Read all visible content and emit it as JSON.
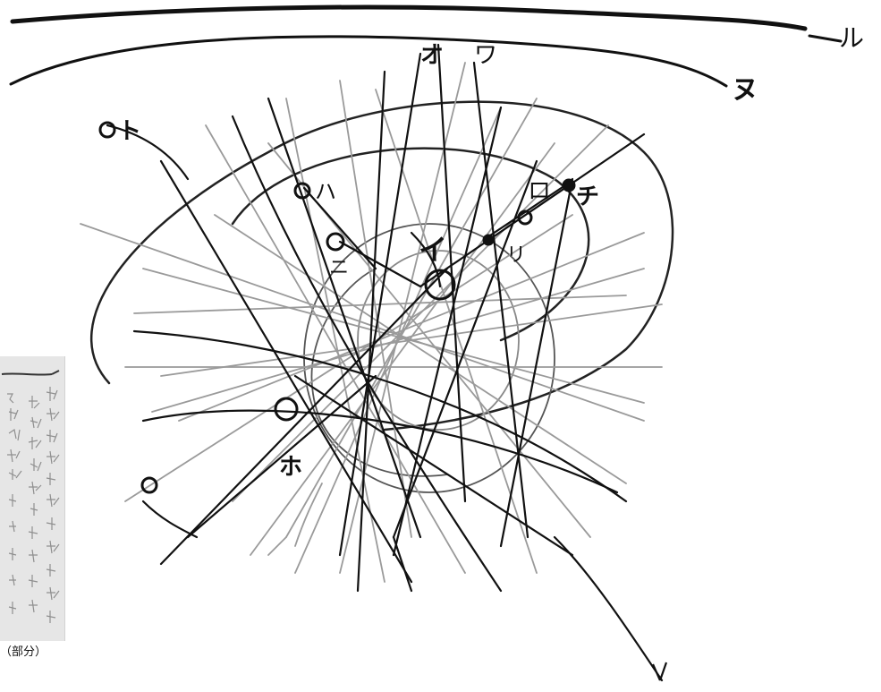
{
  "inset": {
    "caption": "（部分）"
  },
  "labels": [
    {
      "id": "ru",
      "text": "ル"
    },
    {
      "id": "o",
      "text": "オ"
    },
    {
      "id": "wa",
      "text": "ワ"
    },
    {
      "id": "nu",
      "text": "ヌ"
    },
    {
      "id": "to",
      "text": "ト"
    },
    {
      "id": "ha",
      "text": "ハ"
    },
    {
      "id": "ni",
      "text": "ニ"
    },
    {
      "id": "i",
      "text": "イ"
    },
    {
      "id": "ro",
      "text": "ロ"
    },
    {
      "id": "chi",
      "text": "チ"
    },
    {
      "id": "ri",
      "text": "リ"
    },
    {
      "id": "ho",
      "text": "ホ"
    }
  ],
  "colors": {
    "ink": "#111111",
    "pencil": "#8a8a8a",
    "paper": "#ffffff",
    "inset_bg": "#e6e6e6"
  }
}
